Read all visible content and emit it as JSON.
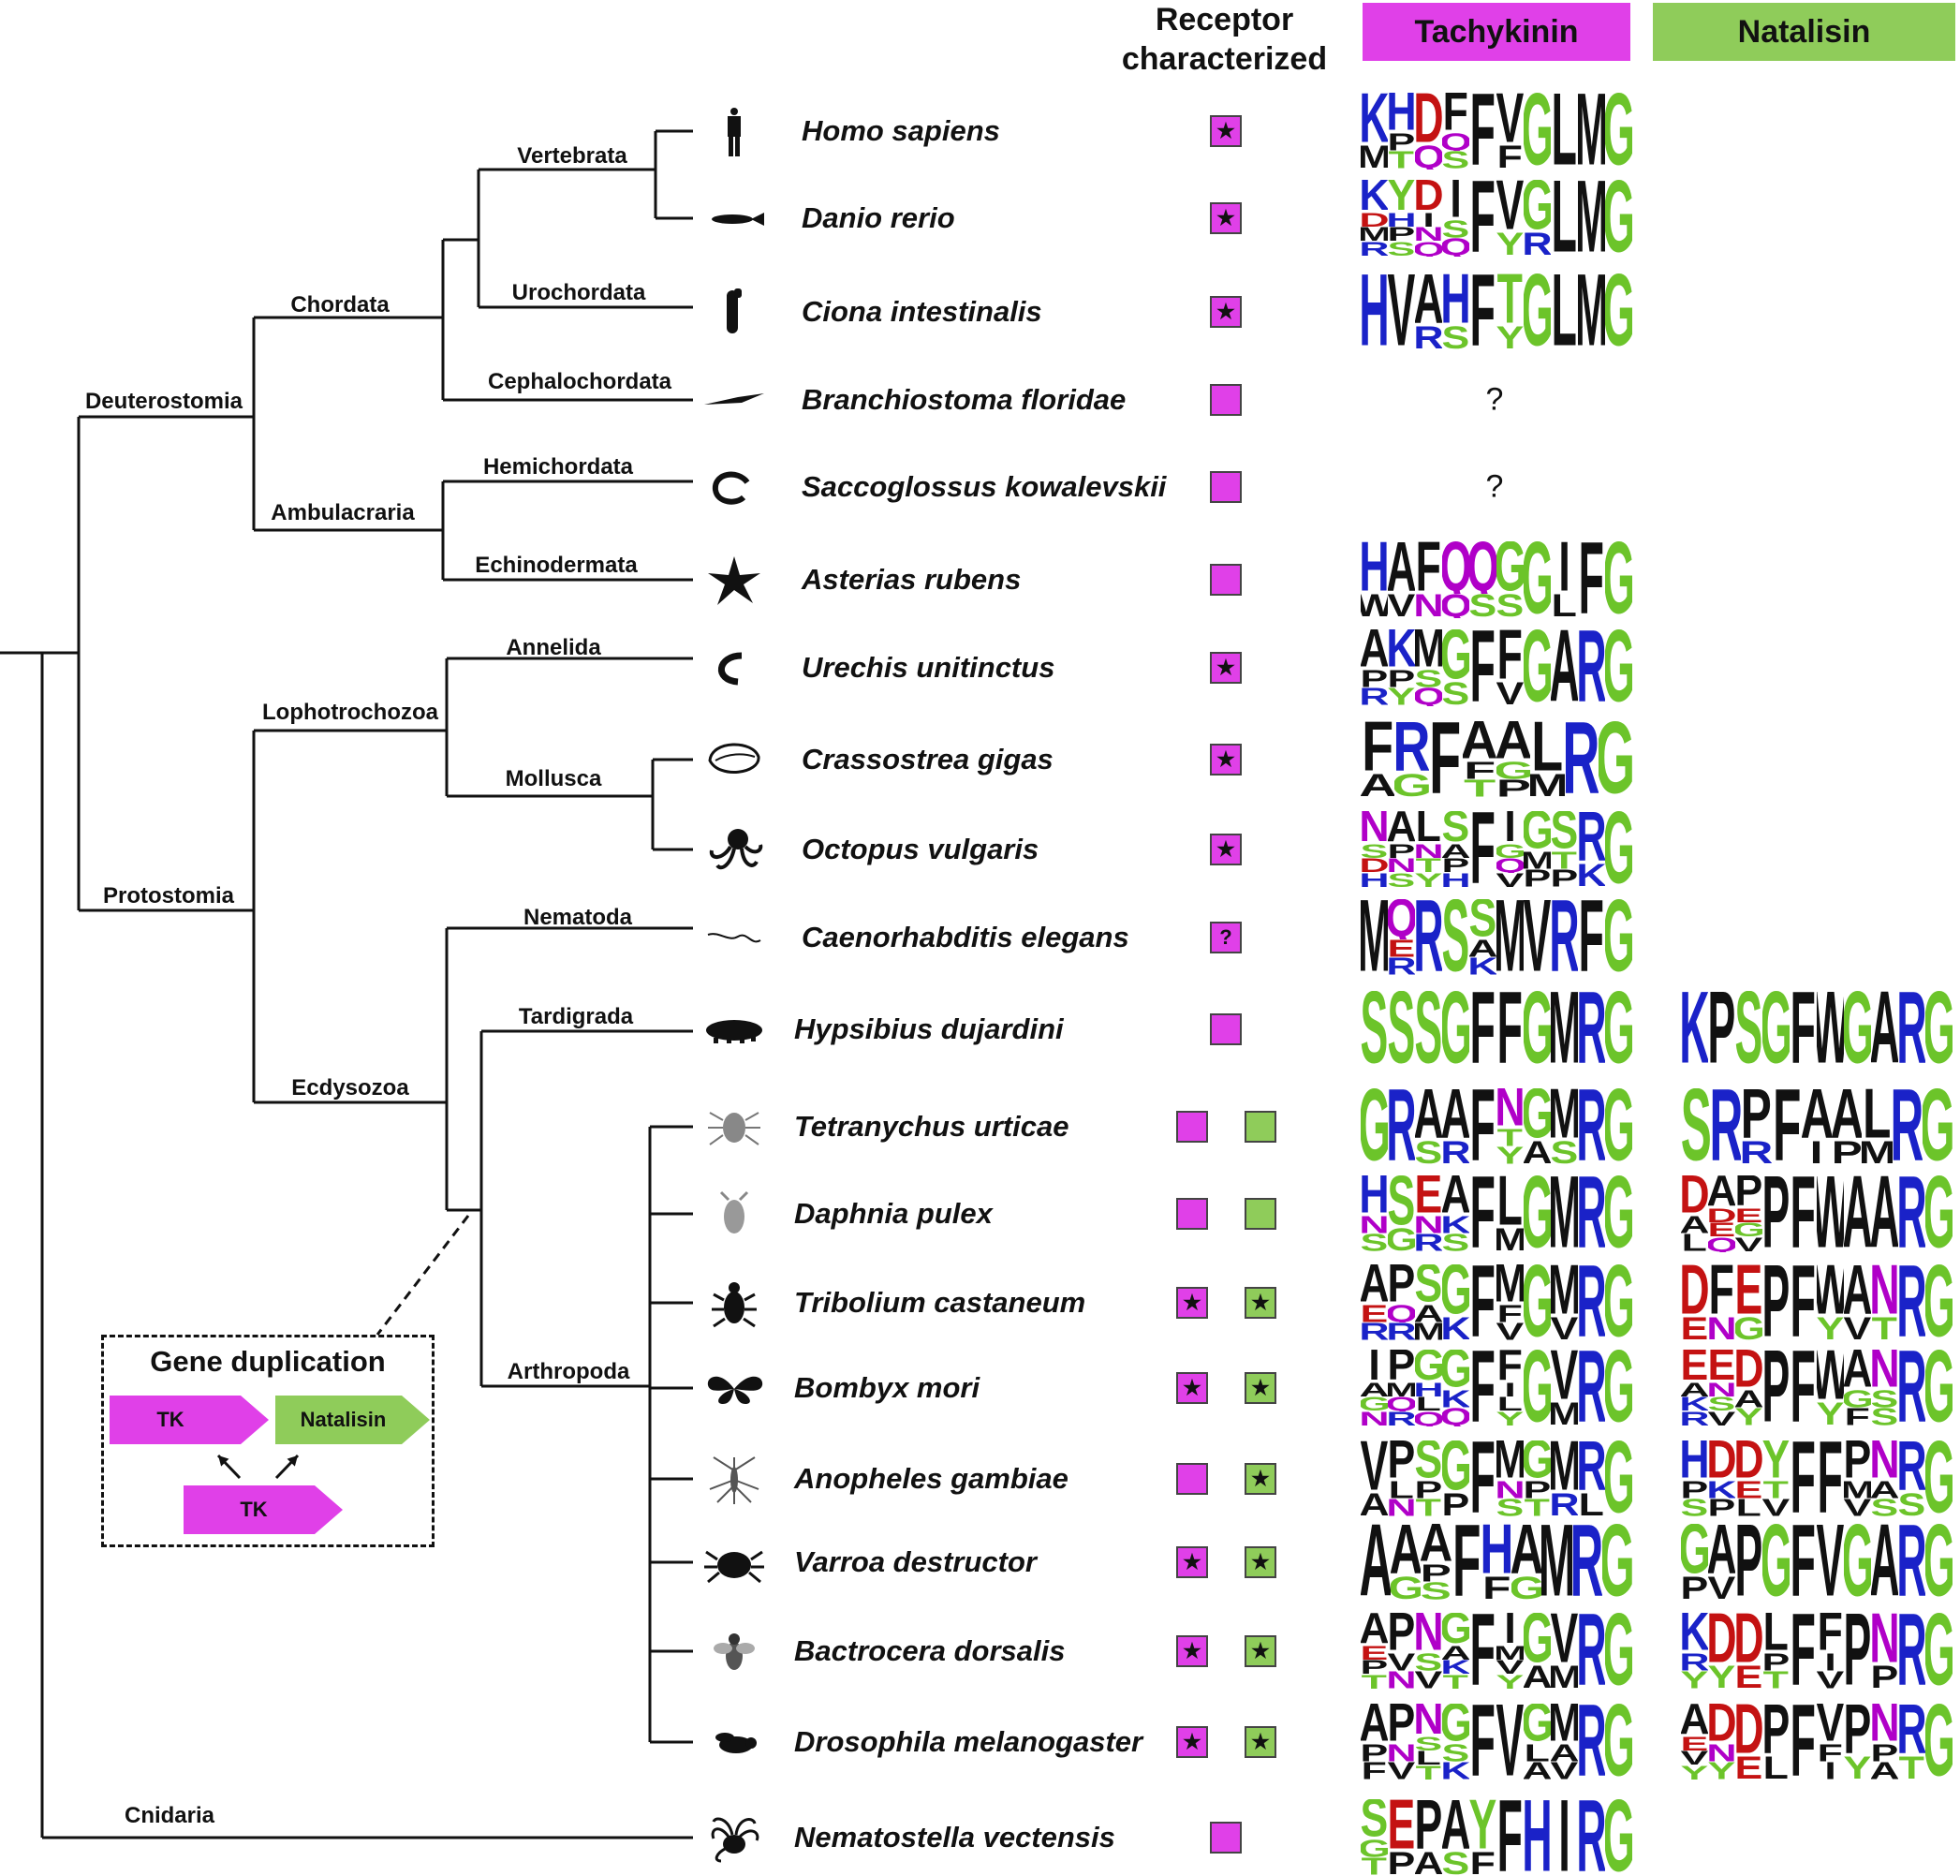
{
  "headers": {
    "receptor_line1": "Receptor",
    "receptor_line2": "characterized",
    "tachykinin": "Tachykinin",
    "natalisin": "Natalisin"
  },
  "colors": {
    "tachykinin": "#e040e8",
    "natalisin": "#8fcc5a",
    "aa_blue": "#1a22c8",
    "aa_red": "#c41212",
    "aa_purple": "#b000c8",
    "aa_green": "#6cc42a",
    "aa_black": "#111111"
  },
  "clades": {
    "deuterostomia": "Deuterostomia",
    "chordata": "Chordata",
    "vertebrata": "Vertebrata",
    "urochordata": "Urochordata",
    "cephalochordata": "Cephalochordata",
    "ambulacraria": "Ambulacraria",
    "hemichordata": "Hemichordata",
    "echinodermata": "Echinodermata",
    "protostomia": "Protostomia",
    "lophotrochozoa": "Lophotrochozoa",
    "annelida": "Annelida",
    "mollusca": "Mollusca",
    "ecdysozoa": "Ecdysozoa",
    "nematoda": "Nematoda",
    "tardigrada": "Tardigrada",
    "arthropoda": "Arthropoda",
    "cnidaria": "Cnidaria"
  },
  "species": [
    {
      "name": "Homo sapiens",
      "icon": "human-icon",
      "tk_receptor": "characterized",
      "nts_receptor": "none",
      "tk_logo": [
        "KM",
        "HPT",
        "DQ",
        "FQS",
        "F",
        "VF",
        "G",
        "L",
        "M",
        "G"
      ],
      "nts_logo": []
    },
    {
      "name": "Danio rerio",
      "icon": "zebrafish-icon",
      "tk_receptor": "characterized",
      "nts_receptor": "none",
      "tk_logo": [
        "KDMR",
        "YHPS",
        "DINQ",
        "ISQ",
        "F",
        "VY",
        "GR",
        "L",
        "M",
        "G"
      ],
      "nts_logo": []
    },
    {
      "name": "Ciona intestinalis",
      "icon": "ascidian-icon",
      "tk_receptor": "characterized",
      "nts_receptor": "none",
      "tk_logo": [
        "H",
        "V",
        "AR",
        "HS",
        "F",
        "TY",
        "G",
        "L",
        "M",
        "G"
      ],
      "nts_logo": []
    },
    {
      "name": "Branchiostoma floridae",
      "icon": "lancelet-icon",
      "tk_receptor": "present",
      "nts_receptor": "none",
      "tk_logo": [],
      "tk_unknown": "?",
      "nts_logo": []
    },
    {
      "name": "Saccoglossus kowalevskii",
      "icon": "acorn-worm-icon",
      "tk_receptor": "present",
      "nts_receptor": "none",
      "tk_logo": [],
      "tk_unknown": "?",
      "nts_logo": []
    },
    {
      "name": "Asterias rubens",
      "icon": "starfish-icon",
      "tk_receptor": "present",
      "nts_receptor": "none",
      "tk_logo": [
        "HW",
        "AV",
        "FN",
        "QQ",
        "QS",
        "GS",
        "G",
        "IL",
        "F",
        "G"
      ],
      "nts_logo": []
    },
    {
      "name": "Urechis unitinctus",
      "icon": "spoon-worm-icon",
      "tk_receptor": "characterized",
      "nts_receptor": "none",
      "tk_logo": [
        "APR",
        "KPY",
        "MSQ",
        "GS",
        "F",
        "FV",
        "G",
        "A",
        "R",
        "G"
      ],
      "nts_logo": []
    },
    {
      "name": "Crassostrea gigas",
      "icon": "oyster-icon",
      "tk_receptor": "characterized",
      "nts_receptor": "none",
      "tk_logo": [
        "FA",
        "RG",
        "F",
        "AFT",
        "AGP",
        "LM",
        "R",
        "G"
      ],
      "nts_logo": []
    },
    {
      "name": "Octopus vulgaris",
      "icon": "octopus-icon",
      "tk_receptor": "characterized",
      "nts_receptor": "none",
      "tk_logo": [
        "NSDH",
        "APNS",
        "LNTY",
        "SAPH",
        "F",
        "IGQV",
        "GMP",
        "STP",
        "RK",
        "G"
      ],
      "nts_logo": []
    },
    {
      "name": "Caenorhabditis elegans",
      "icon": "nematode-icon",
      "tk_receptor": "unknown",
      "nts_receptor": "none",
      "tk_logo": [
        "M",
        "QER",
        "R",
        "S",
        "SAK",
        "M",
        "V",
        "R",
        "F",
        "G"
      ],
      "nts_logo": []
    },
    {
      "name": "Hypsibius dujardini",
      "icon": "tardigrade-icon",
      "tk_receptor": "present",
      "nts_receptor": "none",
      "tk_logo": [
        "S",
        "S",
        "S",
        "G",
        "F",
        "F",
        "G",
        "M",
        "R",
        "G"
      ],
      "nts_logo": [
        "K",
        "P",
        "S",
        "G",
        "F",
        "W",
        "G",
        "A",
        "R",
        "G"
      ]
    },
    {
      "name": "Tetranychus  urticae",
      "icon": "mite-icon",
      "tk_receptor": "present",
      "nts_receptor": "present",
      "tk_logo": [
        "G",
        "R",
        "AS",
        "AR",
        "F",
        "NTY",
        "GA",
        "MS",
        "R",
        "G"
      ],
      "nts_logo": [
        "S",
        "R",
        "PR",
        "F",
        "AI",
        "AP",
        "LM",
        "R",
        "G"
      ]
    },
    {
      "name": "Daphnia pulex",
      "icon": "water-flea-icon",
      "tk_receptor": "present",
      "nts_receptor": "present",
      "tk_logo": [
        "HNS",
        "SG",
        "ENR",
        "AKS",
        "F",
        "LM",
        "G",
        "M",
        "R",
        "G"
      ],
      "nts_logo": [
        "DAL",
        "ADEQ",
        "PEGV",
        "P",
        "F",
        "W",
        "A",
        "A",
        "R",
        "G"
      ]
    },
    {
      "name": "Tribolium castaneum",
      "icon": "beetle-icon",
      "tk_receptor": "characterized",
      "nts_receptor": "characterized",
      "tk_logo": [
        "AER",
        "PQR",
        "SAM",
        "GK",
        "F",
        "MFV",
        "G",
        "MV",
        "R",
        "G"
      ],
      "nts_logo": [
        "DE",
        "FN",
        "EG",
        "P",
        "F",
        "WY",
        "AV",
        "NT",
        "R",
        "G"
      ]
    },
    {
      "name": "Bombyx mori",
      "icon": "moth-icon",
      "tk_receptor": "characterized",
      "nts_receptor": "characterized",
      "tk_logo": [
        "IAGN",
        "PMQR",
        "GHLQ",
        "GKQ",
        "F",
        "FILY",
        "G",
        "VM",
        "R",
        "G"
      ],
      "nts_logo": [
        "EAKR",
        "ENSV",
        "DAY",
        "P",
        "F",
        "WY",
        "AGF",
        "NSS",
        "R",
        "G"
      ]
    },
    {
      "name": "Anopheles gambiae",
      "icon": "mosquito-icon",
      "tk_receptor": "present",
      "nts_receptor": "characterized",
      "tk_logo": [
        "VA",
        "PLN",
        "SPT",
        "GP",
        "F",
        "MNS",
        "GPT",
        "MR",
        "RL",
        "G"
      ],
      "nts_logo": [
        "HPS",
        "DKP",
        "DEL",
        "YTV",
        "F",
        "F",
        "PMV",
        "NAS",
        "RS",
        "G"
      ]
    },
    {
      "name": "Varroa destructor",
      "icon": "varroa-mite-icon",
      "tk_receptor": "characterized",
      "nts_receptor": "characterized",
      "tk_logo": [
        "A",
        "AG",
        "APS",
        "F",
        "HF",
        "AG",
        "M",
        "R",
        "G"
      ],
      "nts_logo": [
        "GP",
        "AV",
        "P",
        "G",
        "F",
        "V",
        "G",
        "A",
        "R",
        "G"
      ]
    },
    {
      "name": "Bactrocera dorsalis",
      "icon": "fruit-fly-icon",
      "tk_receptor": "characterized",
      "nts_receptor": "characterized",
      "tk_logo": [
        "AEPT",
        "PVN",
        "NSV",
        "GAKT",
        "F",
        "IMVY",
        "GA",
        "VM",
        "R",
        "G"
      ],
      "nts_logo": [
        "KRY",
        "DY",
        "DE",
        "LPT",
        "F",
        "FIV",
        "P",
        "NP",
        "R",
        "G"
      ]
    },
    {
      "name": "Drosophila melanogaster",
      "icon": "drosophila-icon",
      "tk_receptor": "characterized",
      "nts_receptor": "characterized",
      "tk_logo": [
        "APF",
        "PNV",
        "NSLT",
        "GSK",
        "F",
        "V",
        "GLA",
        "MAV",
        "R",
        "G"
      ],
      "nts_logo": [
        "AEVY",
        "DNY",
        "DE",
        "PL",
        "F",
        "VFI",
        "PY",
        "NPA",
        "RT",
        "G"
      ]
    },
    {
      "name": "Nematostella  vectensis",
      "icon": "sea-anemone-icon",
      "tk_receptor": "present",
      "nts_receptor": "none",
      "tk_logo": [
        "SGT",
        "EP",
        "PA",
        "AS",
        "YF",
        "F",
        "H",
        "I",
        "R",
        "G"
      ],
      "nts_logo": []
    }
  ],
  "gene_duplication": {
    "title": "Gene duplication",
    "tk_top": "TK",
    "natalisin": "Natalisin",
    "tk_bottom": "TK"
  }
}
